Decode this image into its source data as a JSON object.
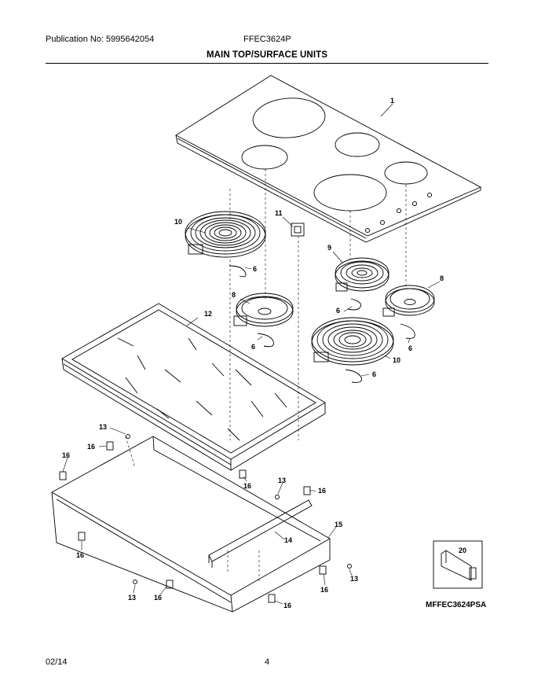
{
  "header": {
    "publication": "Publication No: 5995642054",
    "model": "FFEC3624P"
  },
  "title": "MAIN TOP/SURFACE UNITS",
  "callouts": {
    "c1": "1",
    "c10a": "10",
    "c11": "11",
    "c6a": "6",
    "c9": "9",
    "c8a": "8",
    "c12": "12",
    "c8b": "8",
    "c6b": "6",
    "c6c": "6",
    "c6d": "6",
    "c10b": "10",
    "c6e": "6",
    "c13a": "13",
    "c16a": "16",
    "c16b": "16",
    "c16c": "16",
    "c13b": "13",
    "c16d": "16",
    "c15": "15",
    "c14": "14",
    "c16e": "16",
    "c13c": "13",
    "c16f": "16",
    "c16g": "16",
    "c13d": "13",
    "c16h": "16",
    "c20": "20"
  },
  "kit_label": "MFFEC3624PSA",
  "footer": {
    "date": "02/14",
    "page": "4"
  }
}
